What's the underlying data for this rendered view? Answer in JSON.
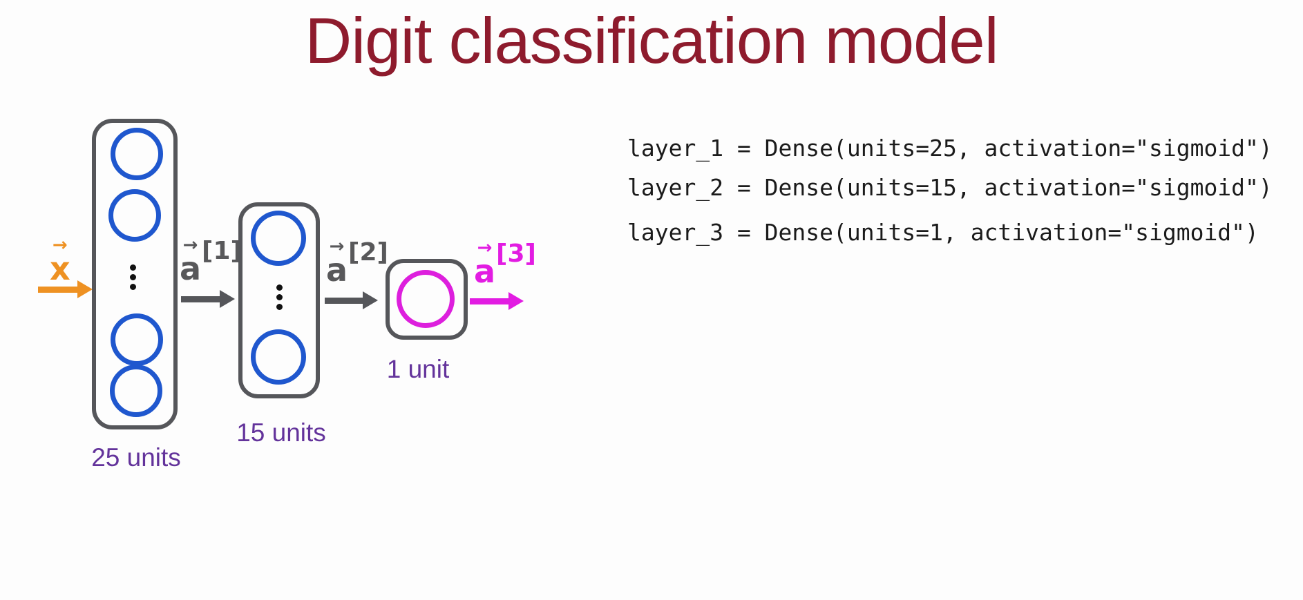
{
  "slide": {
    "title": "Digit classification model",
    "background_color": "#FDFDFD",
    "title_color": "#8E1B2D"
  },
  "glyphs": {
    "vector_arrow": "→"
  },
  "network": {
    "input_label": {
      "letter": "x",
      "sup": "",
      "color": "#EE9122"
    },
    "layers": [
      {
        "name": "layer 1",
        "units_label": "25 units",
        "visible_neurons": 4,
        "has_ellipsis": true,
        "neuron_color": "#1F57CE",
        "output_label": {
          "letter": "a",
          "sup": "[1]",
          "color": "#58585A"
        }
      },
      {
        "name": "layer 2",
        "units_label": "15 units",
        "visible_neurons": 2,
        "has_ellipsis": true,
        "neuron_color": "#1F57CE",
        "output_label": {
          "letter": "a",
          "sup": "[2]",
          "color": "#58585A"
        }
      },
      {
        "name": "layer 3",
        "units_label": "1 unit",
        "visible_neurons": 1,
        "has_ellipsis": false,
        "neuron_color": "#DD1FDD",
        "output_label": {
          "letter": "a",
          "sup": "[3]",
          "color": "#E21CE2"
        }
      }
    ],
    "units_label_color": "#63339B",
    "connector_color": "#55565A",
    "input_arrow_color": "#EE9122",
    "output_arrow_color": "#E21CE2"
  },
  "code": {
    "color": "#1B1B1B",
    "lines": [
      "layer_1 = Dense(units=25, activation=\"sigmoid\")",
      "layer_2 = Dense(units=15, activation=\"sigmoid\")",
      "layer_3 = Dense(units=1, activation=\"sigmoid\")"
    ]
  }
}
